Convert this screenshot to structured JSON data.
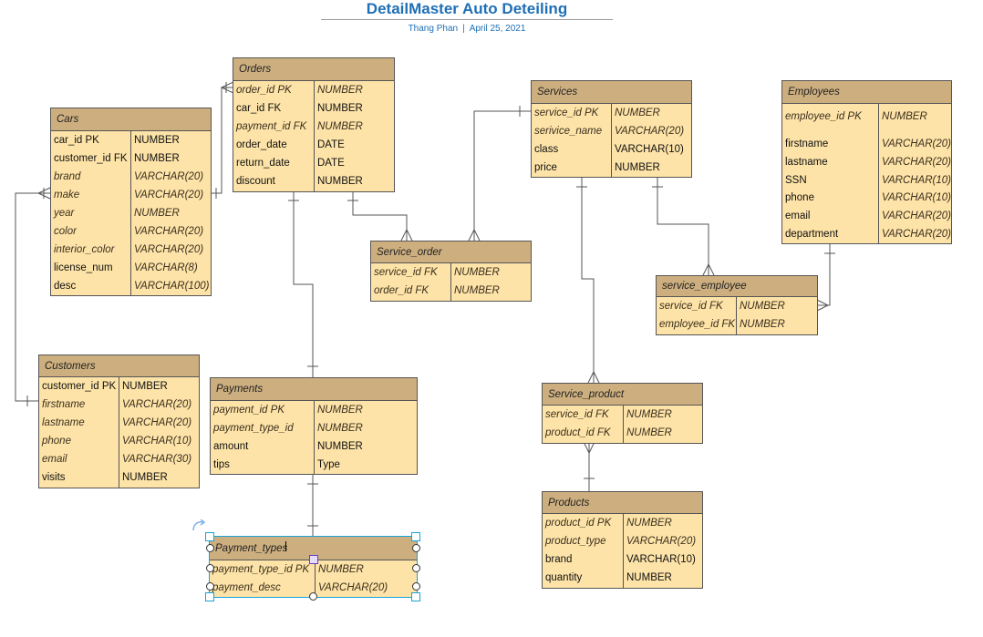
{
  "header": {
    "title": "DetailMaster  Auto Deteiling",
    "author": "Thang Phan",
    "date": "April 25, 2021"
  },
  "icons": {
    "rotate": "rotate-icon",
    "text_cursor": "text-cursor-icon"
  },
  "colors": {
    "header_fill": "#cdaf7f",
    "body_fill": "#fde3a7",
    "title": "#1f6fb5",
    "selection": "#1aa3d9"
  },
  "entities": [
    {
      "id": "orders",
      "name": "Orders",
      "hdrItalic": true,
      "hdrBold": false,
      "rows": [
        [
          "order_id PK",
          "NUMBER",
          "ii"
        ],
        [
          "car_id FK",
          "NUMBER",
          "nn"
        ],
        [
          "payment_id FK",
          "NUMBER",
          "ii"
        ],
        [
          "order_date",
          "DATE",
          "nn"
        ],
        [
          "return_date",
          "DATE",
          "nn"
        ],
        [
          "discount",
          "NUMBER",
          "nn"
        ]
      ]
    },
    {
      "id": "cars",
      "name": "Cars",
      "rows": [
        [
          "car_id PK",
          "NUMBER",
          "nn"
        ],
        [
          "customer_id FK",
          "NUMBER",
          "nn"
        ],
        [
          "brand",
          "VARCHAR(20)",
          "ii"
        ],
        [
          "make",
          "VARCHAR(20)",
          "ii"
        ],
        [
          "year",
          "NUMBER",
          "ii"
        ],
        [
          "color",
          "VARCHAR(20)",
          "ii"
        ],
        [
          "interior_color",
          "VARCHAR(20)",
          "ii"
        ],
        [
          "license_num",
          "VARCHAR(8)",
          "ni"
        ],
        [
          "desc",
          "VARCHAR(100)",
          "ni"
        ]
      ]
    },
    {
      "id": "services",
      "name": "Services",
      "rows": [
        [
          "service_id PK",
          "NUMBER",
          "ii"
        ],
        [
          "serivice_name",
          "VARCHAR(20)",
          "ii"
        ],
        [
          "class",
          "VARCHAR(10)",
          "nn"
        ],
        [
          "price",
          "NUMBER",
          "nn"
        ]
      ]
    },
    {
      "id": "employees",
      "name": "Employees",
      "rows": [
        [
          "employee_id PK",
          "NUMBER",
          "ii"
        ],
        [
          "firstname",
          "VARCHAR(20)",
          "ni"
        ],
        [
          "lastname",
          "VARCHAR(20)",
          "ni"
        ],
        [
          "SSN",
          "VARCHAR(10)",
          "ni"
        ],
        [
          "phone",
          "VARCHAR(10)",
          "ni"
        ],
        [
          "email",
          "VARCHAR(20)",
          "ni"
        ],
        [
          "department",
          "VARCHAR(20)",
          "ni"
        ]
      ]
    },
    {
      "id": "service_order",
      "name": "Service_order",
      "rows": [
        [
          "service_id FK",
          "NUMBER",
          "ii"
        ],
        [
          "order_id FK",
          "NUMBER",
          "ii"
        ]
      ]
    },
    {
      "id": "service_employee",
      "name": "service_employee",
      "rows": [
        [
          "service_id FK",
          "NUMBER",
          "ii"
        ],
        [
          "employee_id FK",
          "NUMBER",
          "ii"
        ]
      ]
    },
    {
      "id": "customers",
      "name": "Customers",
      "rows": [
        [
          "customer_id PK",
          "NUMBER",
          "nn"
        ],
        [
          "firstname",
          "VARCHAR(20)",
          "ii"
        ],
        [
          "lastname",
          "VARCHAR(20)",
          "ii"
        ],
        [
          "phone",
          "VARCHAR(10)",
          "ii"
        ],
        [
          "email",
          "VARCHAR(30)",
          "ii"
        ],
        [
          "visits",
          "NUMBER",
          "nn"
        ]
      ]
    },
    {
      "id": "payments",
      "name": "Payments",
      "rows": [
        [
          "payment_id PK",
          "NUMBER",
          "ii"
        ],
        [
          "payment_type_id",
          "NUMBER",
          "ii"
        ],
        [
          "amount",
          "NUMBER",
          "nn"
        ],
        [
          "tips",
          "Type",
          "nn"
        ]
      ]
    },
    {
      "id": "service_product",
      "name": "Service_product",
      "rows": [
        [
          "service_id FK",
          "NUMBER",
          "ii"
        ],
        [
          "product_id FK",
          "NUMBER",
          "ii"
        ]
      ]
    },
    {
      "id": "products",
      "name": "Products",
      "rows": [
        [
          "product_id PK",
          "NUMBER",
          "ii"
        ],
        [
          "product_type",
          "VARCHAR(20)",
          "ii"
        ],
        [
          "brand",
          "VARCHAR(10)",
          "nn"
        ],
        [
          "quantity",
          "NUMBER",
          "nn"
        ]
      ]
    },
    {
      "id": "payment_types",
      "name": "Payment_types",
      "rows": [
        [
          "payment_type_id PK",
          "NUMBER",
          "ii"
        ],
        [
          "payment_desc",
          "VARCHAR(20)",
          "ii"
        ]
      ]
    }
  ]
}
